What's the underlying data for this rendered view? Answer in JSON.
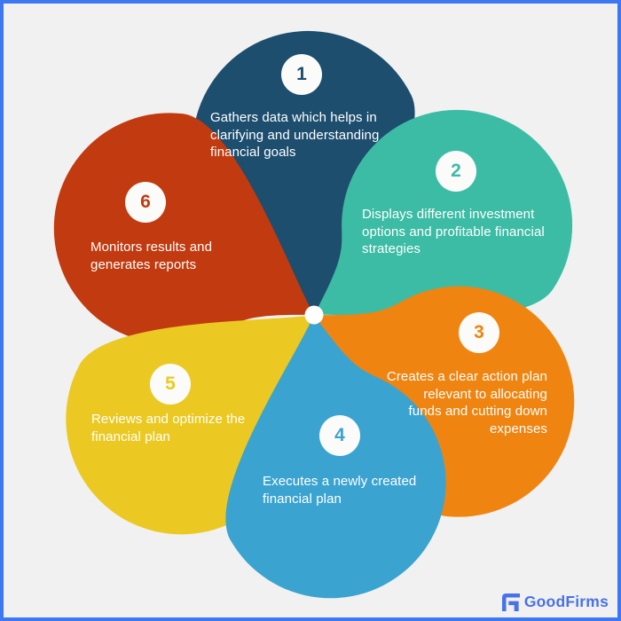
{
  "canvas": {
    "background": "#F1F1F1",
    "border_color": "#3D78F2"
  },
  "center_dot_color": "#FFFFFF",
  "badge_bg": "#FBFBFA",
  "petals": [
    {
      "number": "1",
      "color": "#1D4E6E",
      "text": "Gathers data which helps in\nclarifying and understanding\nfinancial goals"
    },
    {
      "number": "2",
      "color": "#3CBCA4",
      "text": "Displays different investment\noptions and profitable financial\nstrategies"
    },
    {
      "number": "3",
      "color": "#EF8411",
      "text": "Creates a clear action plan\nrelevant to allocating\nfunds and cutting down\nexpenses"
    },
    {
      "number": "4",
      "color": "#3BA3D0",
      "text": "Executes a newly created\nfinancial plan"
    },
    {
      "number": "5",
      "color": "#EBC922",
      "text": "Reviews and optimize the\nfinancial plan"
    },
    {
      "number": "6",
      "color": "#C23B10",
      "text": "Monitors results and\ngenerates reports"
    }
  ],
  "footer": {
    "brand_name": "GoodFirms",
    "brand_color": "#4A72E8"
  }
}
